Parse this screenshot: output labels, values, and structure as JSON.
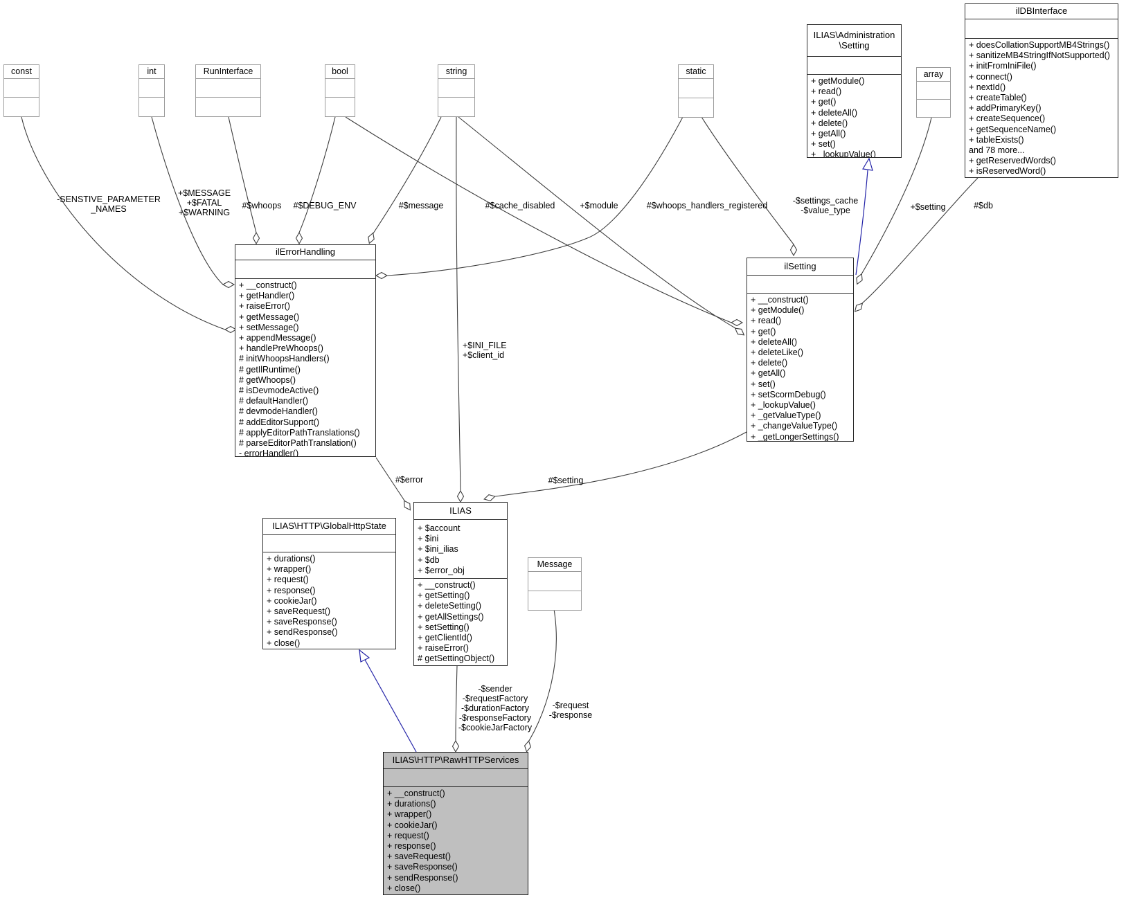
{
  "classes": {
    "const_box": {
      "title": "const"
    },
    "int_box": {
      "title": "int"
    },
    "runinterface": {
      "title": "RunInterface"
    },
    "bool_box": {
      "title": "bool"
    },
    "string_box": {
      "title": "string"
    },
    "static_box": {
      "title": "static"
    },
    "array_box": {
      "title": "array"
    },
    "message_box": {
      "title": "Message"
    },
    "admin_setting": {
      "title": "ILIAS\\Administration\n\\Setting",
      "attributes": [],
      "methods": [
        "+ getModule()",
        "+ read()",
        "+ get()",
        "+ deleteAll()",
        "+ delete()",
        "+ getAll()",
        "+ set()",
        "+ _lookupValue()"
      ]
    },
    "ildbinterface": {
      "title": "ilDBInterface",
      "attributes": [],
      "methods": [
        "+ doesCollationSupportMB4Strings()",
        "+ sanitizeMB4StringIfNotSupported()",
        "+ initFromIniFile()",
        "+ connect()",
        "+ nextId()",
        "+ createTable()",
        "+ addPrimaryKey()",
        "+ createSequence()",
        "+ getSequenceName()",
        "+ tableExists()",
        "and 78 more...",
        "+ getReservedWords()",
        "+ isReservedWord()"
      ]
    },
    "ilerrorhandling": {
      "title": "ilErrorHandling",
      "attributes": [],
      "methods": [
        "+ __construct()",
        "+ getHandler()",
        "+ raiseError()",
        "+ getMessage()",
        "+ setMessage()",
        "+ appendMessage()",
        "+ handlePreWhoops()",
        "# initWhoopsHandlers()",
        "# getIlRuntime()",
        "# getWhoops()",
        "# isDevmodeActive()",
        "# defaultHandler()",
        "# devmodeHandler()",
        "# addEditorSupport()",
        "# applyEditorPathTranslations()",
        "# parseEditorPathTranslation()",
        "- errorHandler()"
      ]
    },
    "ilsetting": {
      "title": "ilSetting",
      "attributes": [],
      "methods": [
        "+ __construct()",
        "+ getModule()",
        "+ read()",
        "+ get()",
        "+ deleteAll()",
        "+ deleteLike()",
        "+ delete()",
        "+ getAll()",
        "+ set()",
        "+ setScormDebug()",
        "+ _lookupValue()",
        "+ _getValueType()",
        "+ _changeValueType()",
        "+ _getLongerSettings()"
      ]
    },
    "ilias": {
      "title": "ILIAS",
      "attributes": [
        "+ $account",
        "+ $ini",
        "+ $ini_ilias",
        "+ $db",
        "+ $error_obj"
      ],
      "methods": [
        "+ __construct()",
        "+ getSetting()",
        "+ deleteSetting()",
        "+ getAllSettings()",
        "+ setSetting()",
        "+ getClientId()",
        "+ raiseError()",
        "# getSettingObject()"
      ]
    },
    "globalhttpstate": {
      "title": "ILIAS\\HTTP\\GlobalHttpState",
      "attributes": [],
      "methods": [
        "+ durations()",
        "+ wrapper()",
        "+ request()",
        "+ response()",
        "+ cookieJar()",
        "+ saveRequest()",
        "+ saveResponse()",
        "+ sendResponse()",
        "+ close()"
      ]
    },
    "rawhttpservices": {
      "title": "ILIAS\\HTTP\\RawHTTPServices",
      "attributes": [],
      "methods": [
        "+ __construct()",
        "+ durations()",
        "+ wrapper()",
        "+ cookieJar()",
        "+ request()",
        "+ response()",
        "+ saveRequest()",
        "+ saveResponse()",
        "+ sendResponse()",
        "+ close()"
      ]
    }
  },
  "edge_labels": {
    "sensitive": "-SENSTIVE_PARAMETER\n_NAMES",
    "message_fatal": "+$MESSAGE\n+$FATAL\n+$WARNING",
    "whoops": "#$whoops",
    "debug_env": "#$DEBUG_ENV",
    "message": "#$message",
    "cache_disabled": "#$cache_disabled",
    "module": "+$module",
    "whoops_handlers": "#$whoops_handlers_registered",
    "settings_cache": "-$settings_cache\n-$value_type",
    "setting_plus": "+$setting",
    "db": "#$db",
    "ini_file": "+$INI_FILE\n+$client_id",
    "error": "#$error",
    "setting_hash": "#$setting",
    "factories": "-$sender\n-$requestFactory\n-$durationFactory\n-$responseFactory\n-$cookieJarFactory",
    "request_response": "-$request\n-$response"
  },
  "colors": {
    "edge": "#3d3d3d",
    "inheritance": "#2323a8",
    "highlight_fill": "#bfbfbf"
  }
}
